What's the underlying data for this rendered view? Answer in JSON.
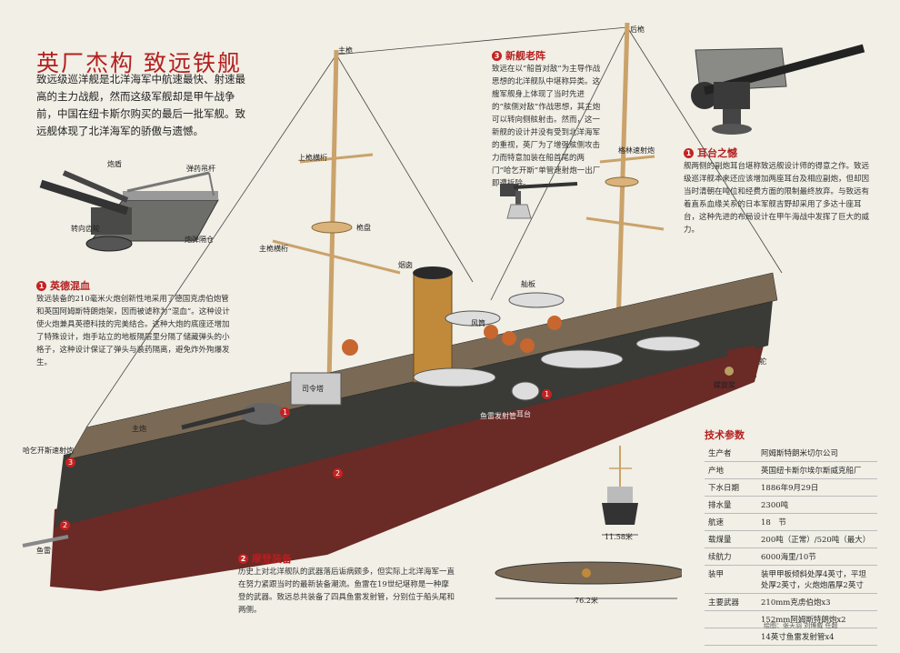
{
  "title": "英厂杰构 致远铁舰",
  "intro": "致远级巡洋舰是北洋海军中航速最快、射速最高的主力战舰，然而这级军舰却是甲午战争前，中国在纽卡斯尔购买的最后一批军舰。致远舰体现了北洋海军的骄傲与遗憾。",
  "sections": [
    {
      "num": "1",
      "title": "英德混血",
      "body": "致远装备的210毫米火炮创新性地采用了德国克虏伯炮管和英国阿姆斯特朗炮架，因而被谑称为“混血”。这种设计使火炮兼具英德科技的完美结合。这种大炮的底座还增加了特殊设计，炮手站立的地板隔层里分隔了储藏弹头的小格子，这种设计保证了弹头与装药隔离，避免炸外殉爆发生。"
    },
    {
      "num": "2",
      "title": "摩登装备",
      "body": "历史上对北洋舰队的武器落后诟病颇多，但实际上北洋海军一直在努力紧跟当时的最新装备潮流。鱼雷在19世纪堪称是一种摩登的武器。致远总共装备了四具鱼雷发射管，分别位于船头尾和两侧。"
    },
    {
      "num": "3",
      "title": "新舰老阵",
      "body": "致远在以“船首对敌”为主导作战思想的北洋舰队中堪称异类。这艘军舰身上体现了当时先进的“舷侧对敌”作战思想，其主炮可以转向侧舷射击。然而，这一新舰的设计并没有受到北洋海军的重视，英厂为了增强舷侧攻击力而特意加装在船首尾的两门“哈乞开斯”单管速射炮一出厂即遭拆除。"
    },
    {
      "num": "1",
      "title": "耳台之憾",
      "body": "舰两侧的副炮耳台堪称致远舰设计师的得意之作。致远级巡洋舰本来还应该增加两座耳台及相应副炮，但却因当时清朝在吨位和经费方面的限制最终放弃。与致远有着直系血缘关系的日本军舰吉野却采用了多达十座耳台，这种先进的布局设计在甲午海战中发挥了巨大的威力。"
    }
  ],
  "gun_labels": {
    "shield": "炮盾",
    "hoist": "弹药吊杆",
    "gear": "转向齿轮",
    "bay": "炮弹隔仓"
  },
  "ship_labels": {
    "main_mast": "主桅",
    "rear_mast": "后桅",
    "upper_yard": "上桅横桁",
    "top": "桅盘",
    "main_yard": "主桅横桁",
    "funnel": "烟囱",
    "boat": "舢板",
    "vent": "风筒",
    "gatling": "格林速射炮",
    "bridge": "司令塔",
    "main_gun": "主炮",
    "hotchkiss": "哈乞开斯速射炮",
    "torpedo": "鱼雷",
    "rudder": "舵",
    "propeller": "螺旋桨",
    "sponson": "耳台",
    "torpedo_tube": "鱼雷发射管"
  },
  "dims": {
    "beam": "11.58米",
    "length": "76.2米"
  },
  "specs": {
    "title": "技术参数",
    "rows": [
      {
        "k": "生产者",
        "v": "阿姆斯特朗米切尔公司"
      },
      {
        "k": "产地",
        "v": "英国纽卡斯尔埃尔斯威克船厂"
      },
      {
        "k": "下水日期",
        "v": "1886年9月29日"
      },
      {
        "k": "排水量",
        "v": "2300吨"
      },
      {
        "k": "航速",
        "v": "18　节"
      },
      {
        "k": "载煤量",
        "v": "200吨（正常）/520吨（最大）"
      },
      {
        "k": "续航力",
        "v": "6000海里/10节"
      },
      {
        "k": "装甲",
        "v": "装甲甲板倾斜处厚4英寸，平坦处厚2英寸，火炮炮盾厚2英寸"
      },
      {
        "k": "主要武器",
        "v": "210mm克虏伯炮x3"
      },
      {
        "k": "",
        "v": "152mm阿姆斯特朗炮x2"
      },
      {
        "k": "",
        "v": "14英寸鱼雷发射管x4"
      }
    ]
  },
  "credit": "绘图：张天羽 刘博威 任超",
  "colors": {
    "accent": "#b41f1f",
    "hull_upper": "#3a3a36",
    "hull_lower": "#6a2a26",
    "deck": "#7a6a55"
  }
}
